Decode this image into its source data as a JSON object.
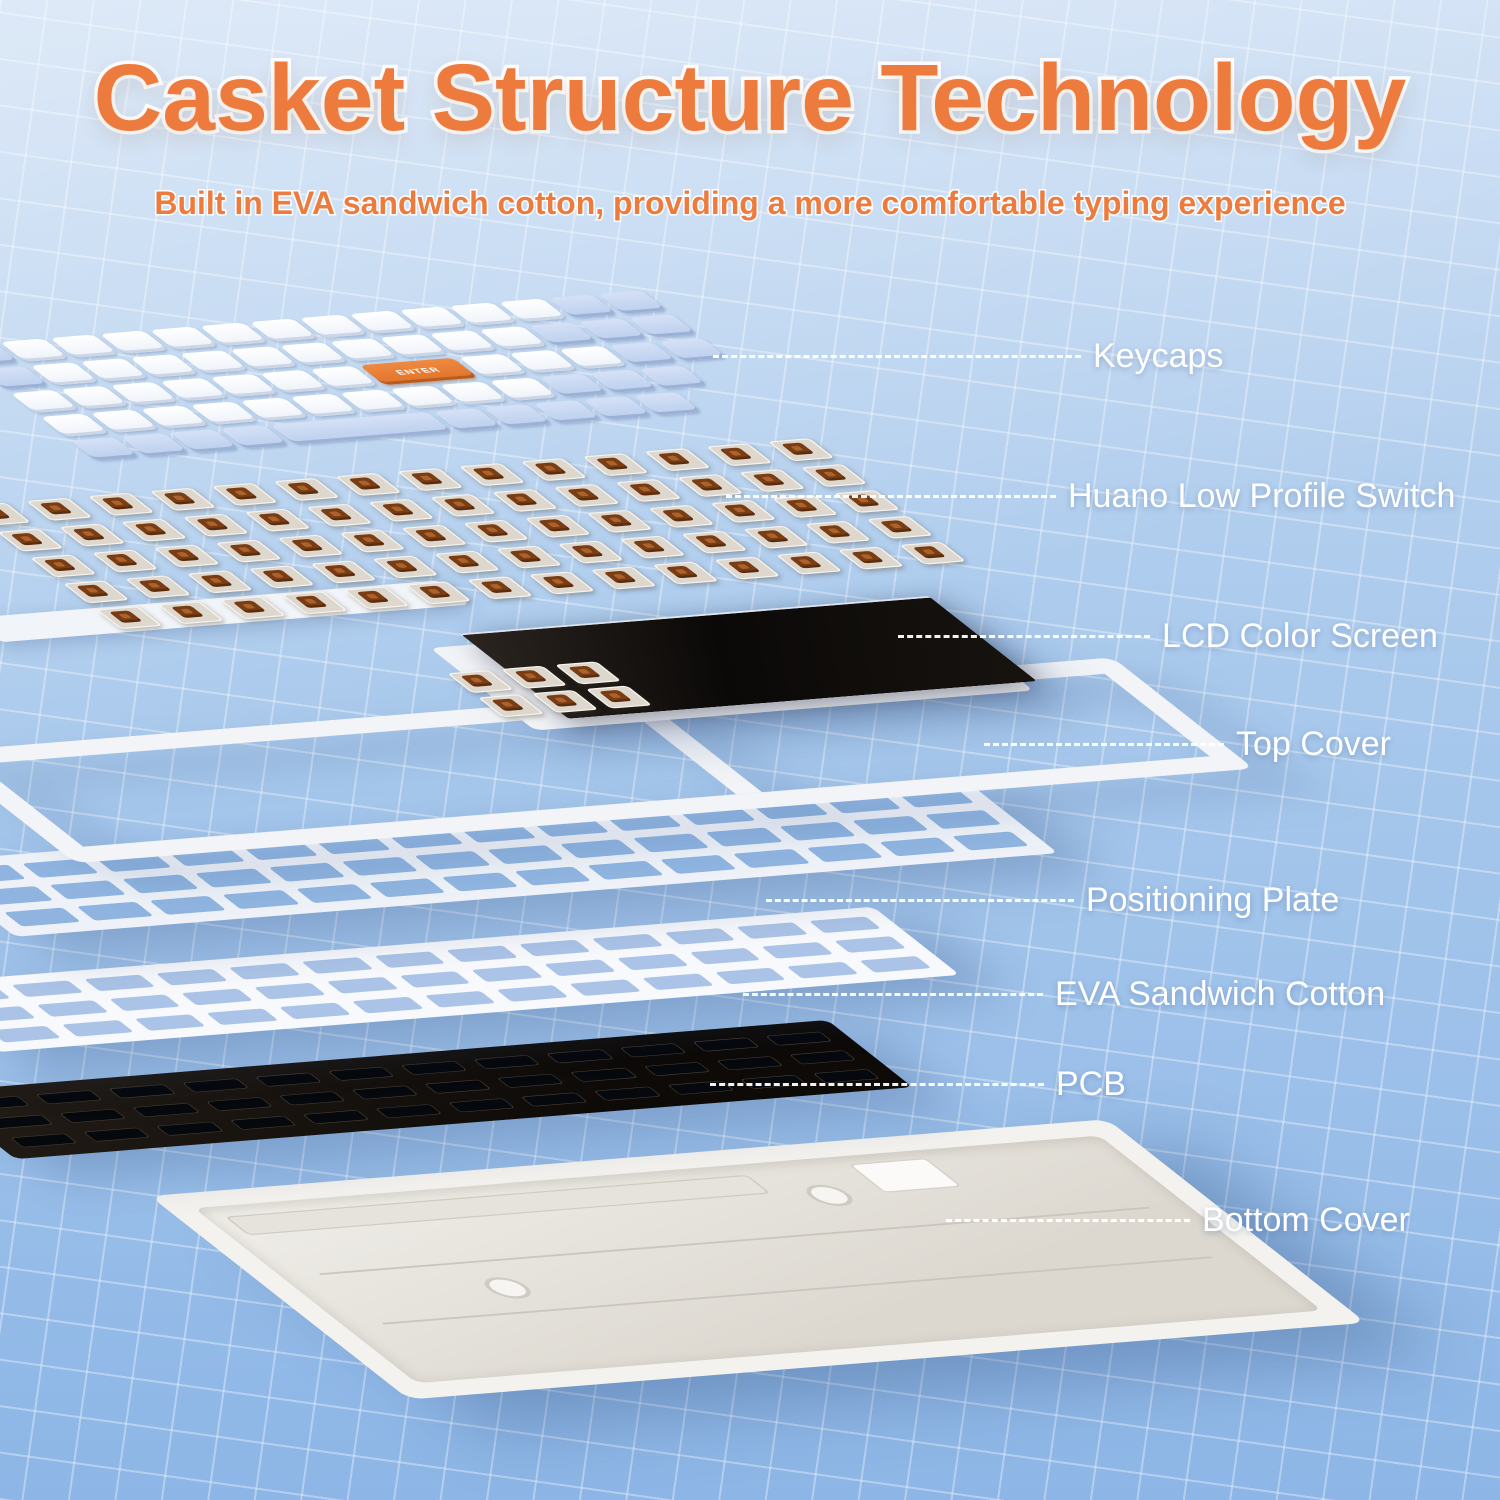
{
  "header": {
    "title": "Casket Structure Technology",
    "subtitle": "Built in EVA sandwich cotton, providing a more comfortable typing experience"
  },
  "callouts": {
    "keycaps": "Keycaps",
    "switch": "Huano Low Profile Switch",
    "lcd": "LCD Color Screen",
    "top_cover": "Top Cover",
    "positioning_plate": "Positioning Plate",
    "eva": "EVA Sandwich Cotton",
    "pcb": "PCB",
    "bottom_cover": "Bottom Cover"
  },
  "keyboard": {
    "enter_key_label": "ENTER"
  },
  "colors": {
    "accent_orange": "#ee7b3e",
    "label_white": "#ffffff",
    "background_blue": "#a8c9ec",
    "switch_brown": "#7a3c12",
    "pcb_black": "#0d0a08"
  }
}
